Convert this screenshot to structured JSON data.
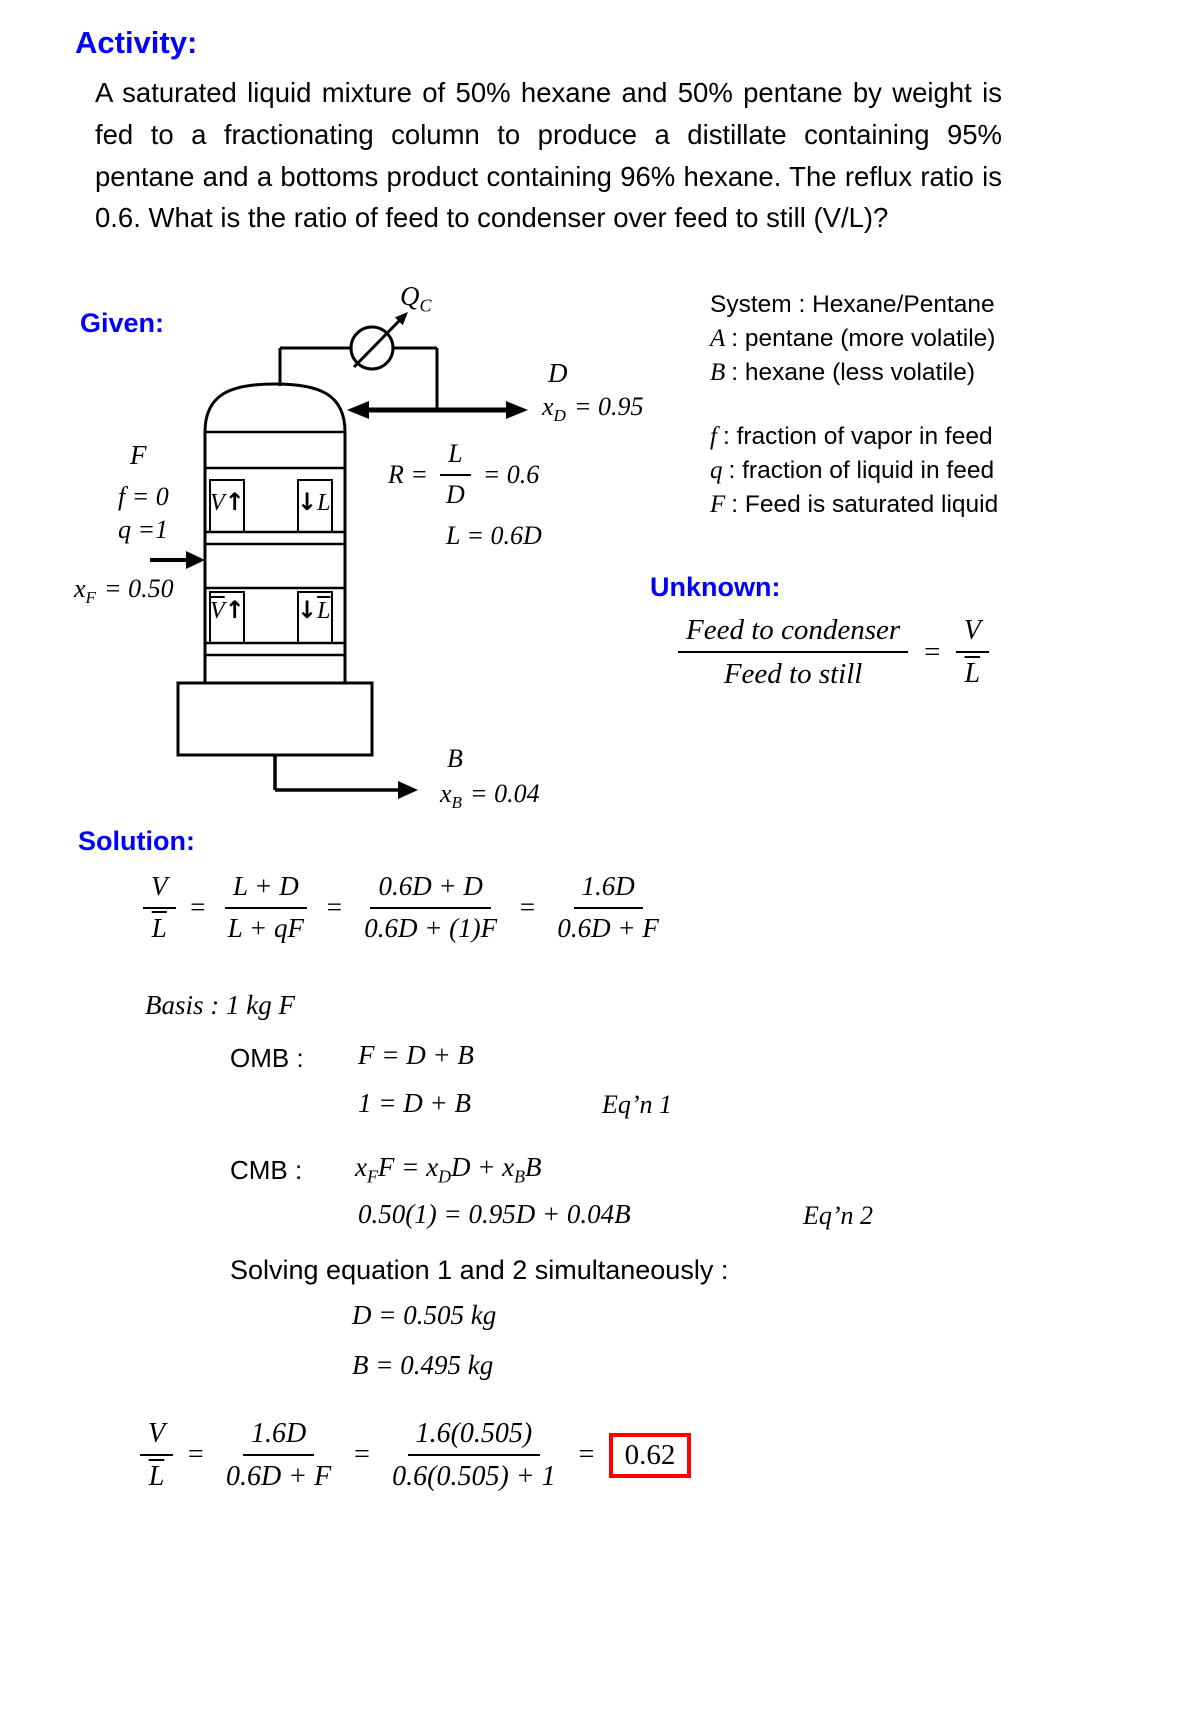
{
  "colors": {
    "heading_blue": "#0000ff",
    "result_box_red": "#ff0000",
    "ink": "#000000"
  },
  "header": {
    "title": "Activity:",
    "problem": "A saturated liquid mixture of 50% hexane and 50% pentane by weight is fed to a fractionating column to produce a distillate containing 95% pentane and a bottoms product containing 96% hexane. The reflux ratio is 0.6. What is the ratio of feed to condenser over feed to still (V/L)?"
  },
  "given": {
    "label": "Given:",
    "qc_main": "Q",
    "qc_sub": "C",
    "d_label": "D",
    "xd_x": "x",
    "xd_sub": "D",
    "xd_val": "= 0.95",
    "r_lhs": "R =",
    "r_num": "L",
    "r_den": "D",
    "r_rhs": "= 0.6",
    "l_eq": "L = 0.6D",
    "f_label": "F",
    "f_eq": "f = 0",
    "q_eq": "q =1",
    "xf_x": "x",
    "xf_sub": "F",
    "xf_val": "= 0.50",
    "v_up": "V",
    "l_down": "L",
    "vbar_up": "V",
    "lbar_down": "L",
    "up_arrow": "↑",
    "down_arrow": "↓",
    "b_label": "B",
    "xb_x": "x",
    "xb_sub": "B",
    "xb_val": "= 0.04"
  },
  "legend": {
    "system": "System : Hexane/Pentane",
    "a_var": "A",
    "a_desc": ": pentane (more volatile)",
    "b_var": "B",
    "b_desc": ": hexane (less volatile)",
    "f_var": "f",
    "f_desc": ": fraction of vapor in feed",
    "q_var": "q",
    "q_desc": ": fraction of liquid in feed",
    "ff_var": "F",
    "ff_desc": ": Feed is saturated liquid"
  },
  "unknown": {
    "label": "Unknown:",
    "num": "Feed to condenser",
    "den": "Feed to still",
    "eq": "=",
    "v": "V",
    "l": "L"
  },
  "solution": {
    "label": "Solution:",
    "eq1": {
      "vn": "V",
      "vd": "L",
      "e1": "=",
      "n2": "L + D",
      "d2": "L + qF",
      "e2": "=",
      "n3": "0.6D + D",
      "d3": "0.6D + (1)F",
      "e3": "=",
      "n4": "1.6D",
      "d4": "0.6D + F"
    },
    "basis": "Basis : 1 kg F",
    "omb_label": "OMB :",
    "omb_eq1": "F = D + B",
    "omb_eq2": "1 = D + B",
    "eqn1": "Eq’n 1",
    "cmb_label": "CMB :",
    "cmb": {
      "t1": "x",
      "s1": "F",
      "t2": "F = x",
      "s2": "D",
      "t3": "D + x",
      "s3": "B",
      "t4": "B"
    },
    "cmb_eq2": "0.50(1) = 0.95D + 0.04B",
    "eqn2": "Eq’n 2",
    "solving": "Solving equation 1 and 2 simultaneously :",
    "d_result": "D = 0.505 kg",
    "b_result": "B = 0.495 kg",
    "final": {
      "vn": "V",
      "vd": "L",
      "e1": "=",
      "n2": "1.6D",
      "d2": "0.6D + F",
      "e2": "=",
      "n3": "1.6(0.505)",
      "d3": "0.6(0.505) + 1",
      "e3": "=",
      "result": "0.62"
    }
  }
}
